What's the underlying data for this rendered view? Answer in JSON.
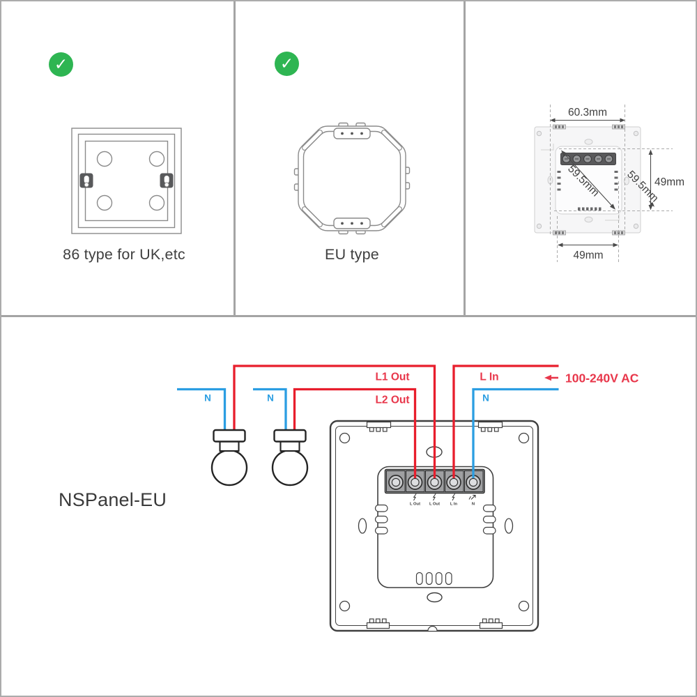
{
  "top_row": {
    "uk_panel": {
      "check_glyph": "✓",
      "caption": "86 type for UK,etc"
    },
    "eu_panel": {
      "check_glyph": "✓",
      "caption": "EU type"
    },
    "dim_panel": {
      "width_top": "60.3mm",
      "height_right": "49mm",
      "diagonal_inner": "59.5mm",
      "diagonal_outer": "59.5mm",
      "width_bottom": "49mm"
    }
  },
  "wiring": {
    "product_label": "NSPanel-EU",
    "l1_out_label": "L1 Out",
    "l2_out_label": "L2 Out",
    "l_in_label": "L In",
    "neutral_label_bulb1": "N",
    "neutral_label_bulb2": "N",
    "neutral_label_panel": "N",
    "supply_label": "100-240V AC",
    "terminal_labels": [
      {
        "icon": "lightning-icon",
        "label": "L Out"
      },
      {
        "icon": "lightning-icon",
        "label": "L Out"
      },
      {
        "icon": "lightning-icon",
        "label": "L In"
      },
      {
        "icon": "arrow-icon",
        "label": "N"
      }
    ],
    "colors": {
      "live_wire": "#e81e2c",
      "neutral_wire": "#2b9ee2",
      "label_red": "#e8374b",
      "check_green": "#2eb552",
      "divider_gray": "#a4a4a4"
    }
  }
}
